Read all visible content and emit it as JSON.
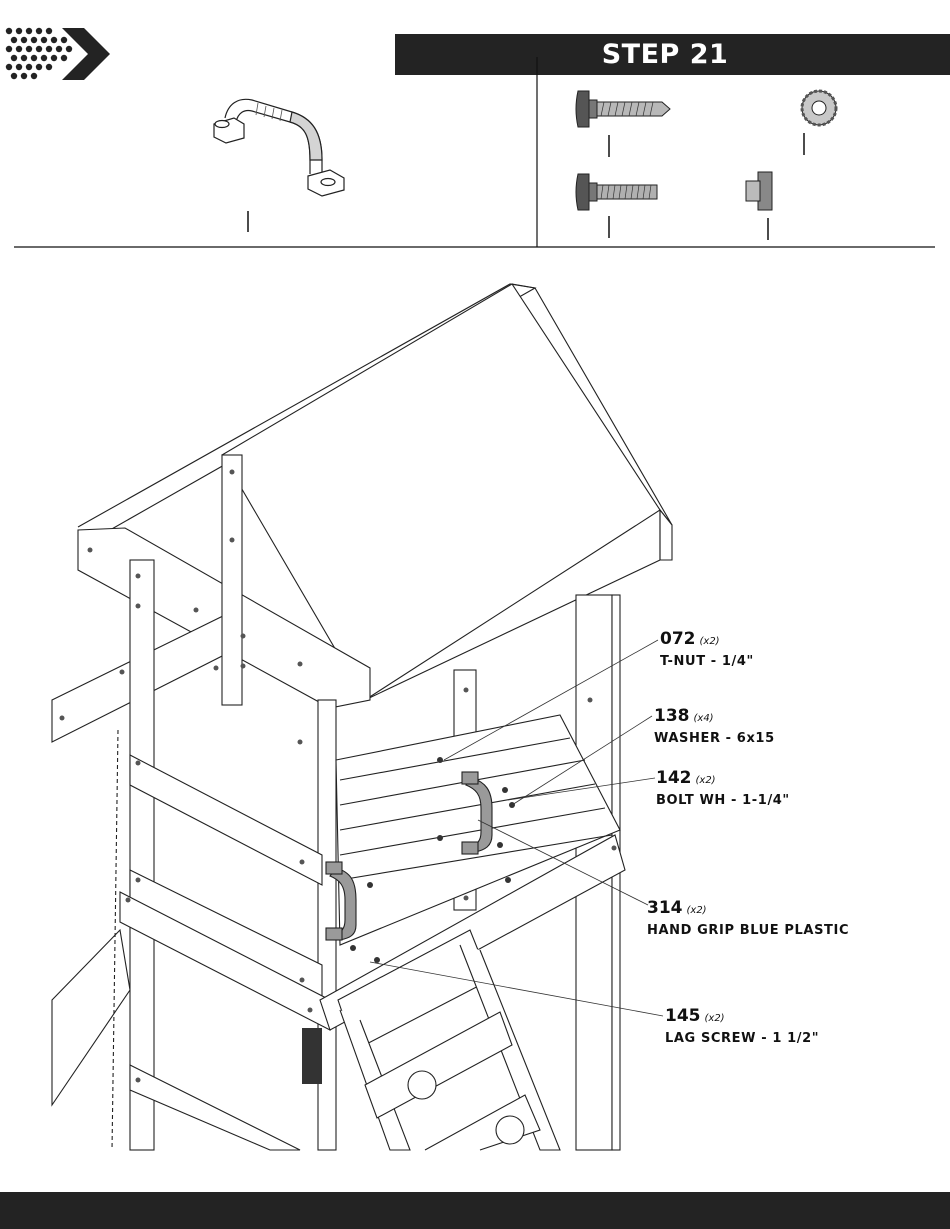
{
  "header": {
    "step_title": "STEP 21"
  },
  "callouts": [
    {
      "part_no": "072",
      "qty": "(x2)",
      "desc": "T-NUT - 1/4\""
    },
    {
      "part_no": "138",
      "qty": "(x4)",
      "desc": "WASHER - 6x15"
    },
    {
      "part_no": "142",
      "qty": "(x2)",
      "desc": "BOLT WH - 1-1/4\""
    },
    {
      "part_no": "314",
      "qty": "(x2)",
      "desc": "HAND GRIP BLUE PLASTIC"
    },
    {
      "part_no": "145",
      "qty": "(x2)",
      "desc": "LAG SCREW - 1 1/2\""
    }
  ],
  "icons": [
    "brand-logo-icon",
    "hand-grip-icon",
    "lag-screw-icon",
    "washer-icon",
    "bolt-icon",
    "t-nut-icon"
  ],
  "colors": {
    "header_bg": "#232323",
    "header_text": "#ffffff",
    "line": "#111111"
  }
}
